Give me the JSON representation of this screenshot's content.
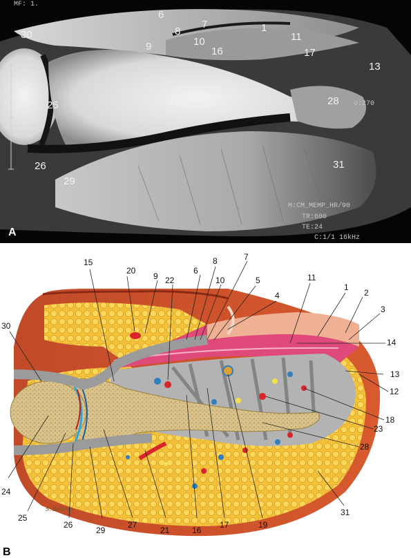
{
  "panel_a": {
    "letter": "A",
    "labels": {
      "l1": "1",
      "l6": "6",
      "l7": "7",
      "l8": "8",
      "l9": "9",
      "l10": "10",
      "l11": "11",
      "l13": "13",
      "l16": "16",
      "l17": "17",
      "l24": "24",
      "l25": "25",
      "l26": "26",
      "l27": "27",
      "l28": "28",
      "l29": "29",
      "l30": "30",
      "l31": "31"
    },
    "scanner_text": {
      "top": "MF: 1.",
      "o270": "o:270",
      "seq": "M:CM_MEMP_HR/90",
      "tr": "TR:600",
      "te": "TE:24",
      "bw": "C:1/1 16kHz"
    }
  },
  "panel_b": {
    "letter": "B",
    "signature": "S. Beltran",
    "labels": {
      "l1": "1",
      "l2": "2",
      "l3": "3",
      "l4": "4",
      "l5": "5",
      "l6": "6",
      "l7": "7",
      "l8": "8",
      "l9": "9",
      "l10": "10",
      "l11": "11",
      "l12": "12",
      "l13": "13",
      "l14": "14",
      "l15": "15",
      "l16": "16",
      "l17": "17",
      "l18": "18",
      "l19": "19",
      "l20": "20",
      "l21": "21",
      "l22": "22",
      "l23": "23",
      "l24": "24",
      "l25": "25",
      "l26": "26",
      "l27": "27",
      "l28": "28",
      "l29": "29",
      "l30": "30",
      "l31": "31"
    }
  }
}
